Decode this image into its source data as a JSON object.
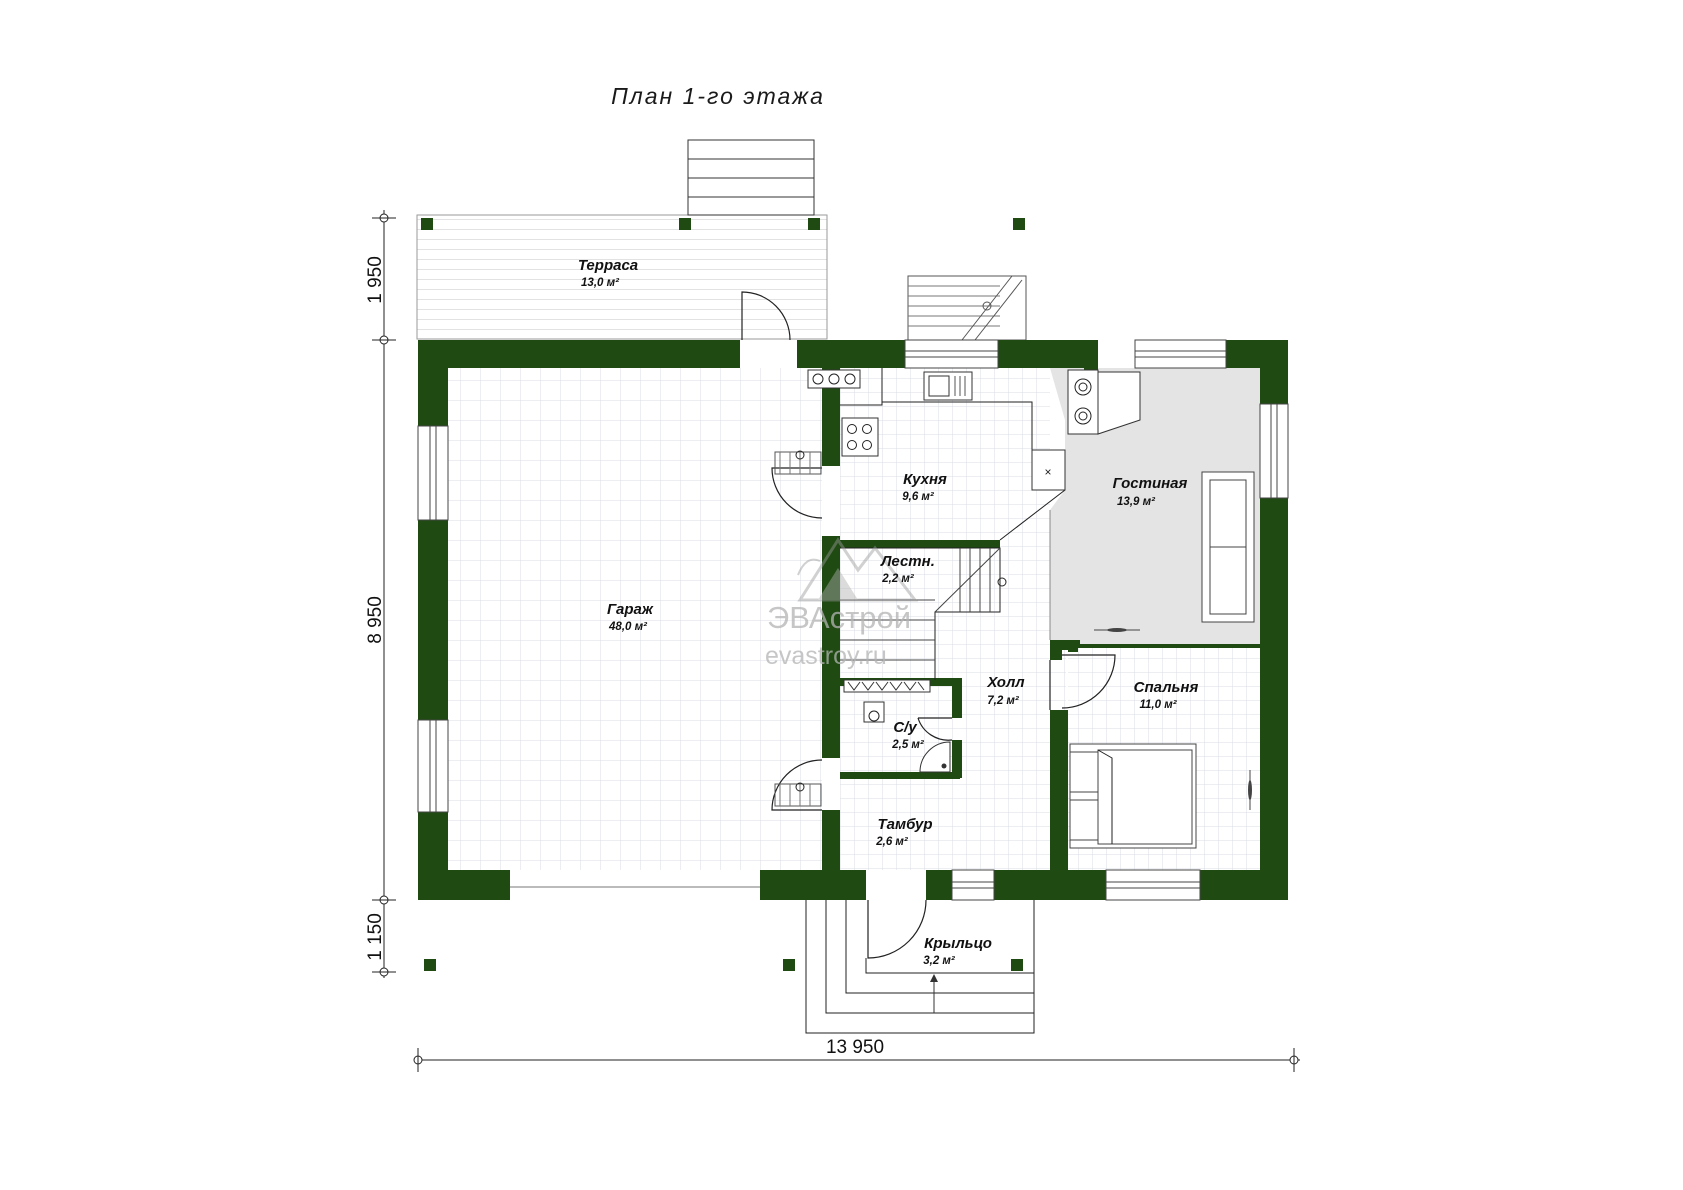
{
  "title": "План 1-го этажа",
  "colors": {
    "wall": "#1f4b12",
    "floor_tile": "#d8dde3",
    "living_floor": "#e4e4e4",
    "watermark": "#b4b4b4"
  },
  "rooms": [
    {
      "id": "terrace",
      "name": "Терраса",
      "area": "13,0 м²"
    },
    {
      "id": "garage",
      "name": "Гараж",
      "area": "48,0 м²"
    },
    {
      "id": "kitchen",
      "name": "Кухня",
      "area": "9,6 м²"
    },
    {
      "id": "stairs",
      "name": "Лестн.",
      "area": "2,2 м²"
    },
    {
      "id": "living",
      "name": "Гостиная",
      "area": "13,9 м²"
    },
    {
      "id": "hall",
      "name": "Холл",
      "area": "7,2 м²"
    },
    {
      "id": "bedroom",
      "name": "Спальня",
      "area": "11,0 м²"
    },
    {
      "id": "wc",
      "name": "С/у",
      "area": "2,5 м²"
    },
    {
      "id": "vestibule",
      "name": "Тамбур",
      "area": "2,6 м²"
    },
    {
      "id": "porch",
      "name": "Крыльцо",
      "area": "3,2 м²"
    }
  ],
  "dimensions": {
    "terrace_depth": "1 950",
    "house_depth": "8 950",
    "porch_depth": "1 150",
    "total_width": "13 950"
  },
  "watermark": {
    "brand": "ЭВАстрой",
    "site": "evastroy.ru"
  }
}
